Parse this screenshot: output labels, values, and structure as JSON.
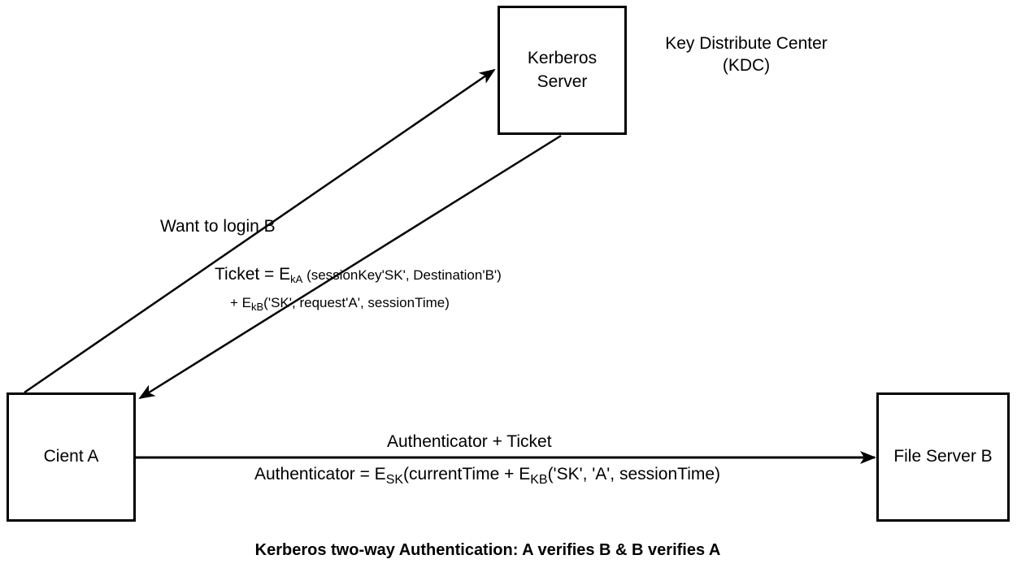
{
  "nodes": {
    "kdc_server": "Kerberos\nServer",
    "client": "Cient A",
    "file_server": "File Server B"
  },
  "kdc_label": "Key Distribute Center\n(KDC)",
  "edges": {
    "request": "Want to login B",
    "ticket": {
      "line1_prefix": "Ticket = E",
      "line1_sub": "kA",
      "line1_suffix": " (sessionKey'SK', Destination'B')",
      "line2_prefix": "+ E",
      "line2_sub": "kB",
      "line2_suffix": "('SK', request'A', sessionTime)"
    },
    "auth_top": "Authenticator + Ticket",
    "auth_def": {
      "prefix": "Authenticator = E",
      "sub1": "SK",
      "middle": "(currentTime + E",
      "sub2": "KB",
      "suffix": "('SK', 'A', sessionTime)"
    }
  },
  "caption": "Kerberos two-way Authentication: A verifies B & B verifies A",
  "colors": {
    "stroke": "#000000",
    "background": "#ffffff"
  }
}
